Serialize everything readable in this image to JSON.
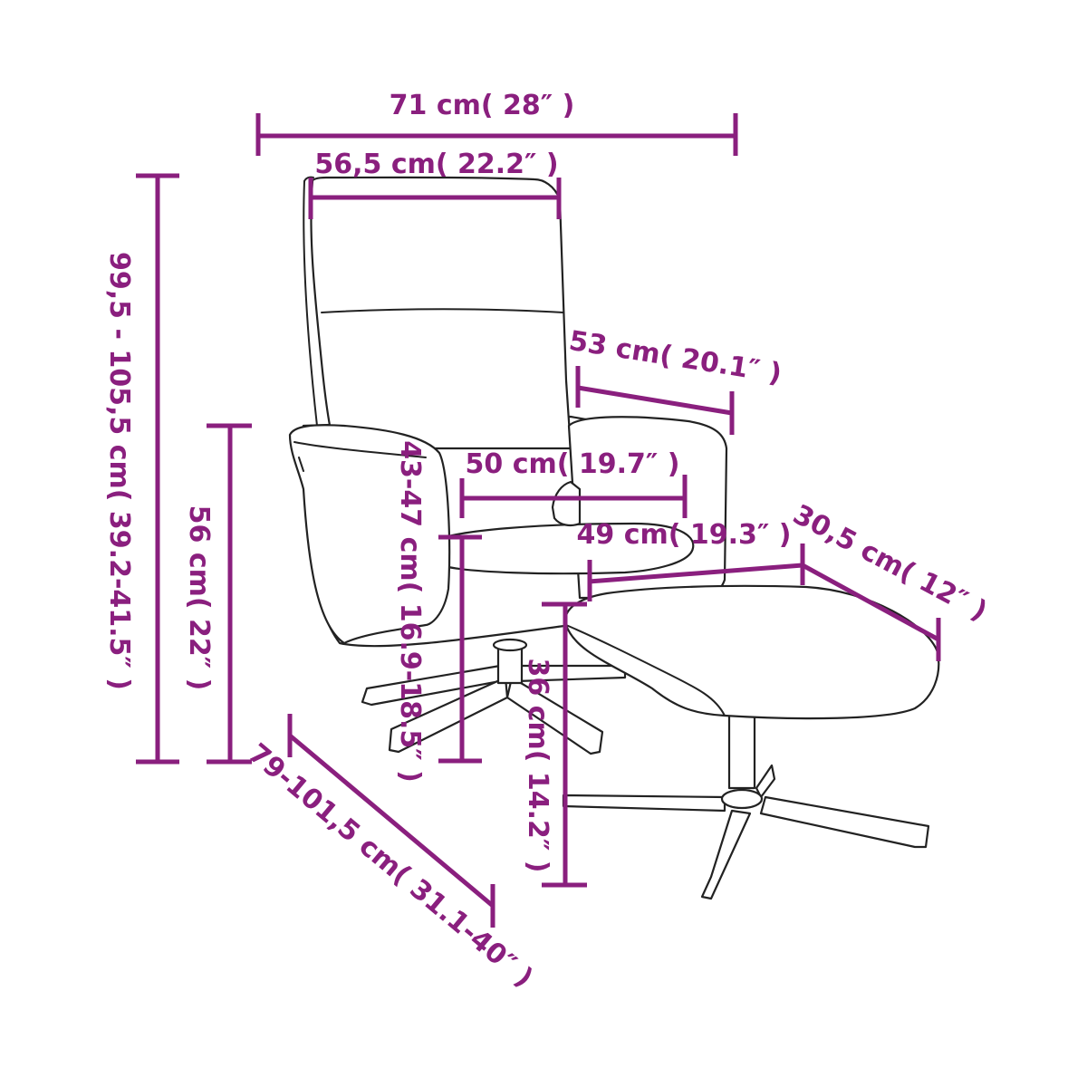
{
  "colors": {
    "dimension": "#8a1f7e",
    "outline": "#222222",
    "background": "#ffffff"
  },
  "dimensions": {
    "overall_width": "71 cm( 28″ )",
    "backrest_width": "56,5 cm( 22.2″ )",
    "overall_height": "99,5 - 105,5 cm( 39.2-41.5″ )",
    "armrest_height": "56 cm( 22″ )",
    "seat_height": "43-47 cm( 16.9-18.5″ )",
    "armrest_length": "53 cm( 20.1″ )",
    "seat_width": "50 cm( 19.7″ )",
    "footstool_length": "49 cm( 19.3″ )",
    "footstool_width": "30,5 cm( 12″ )",
    "footstool_height": "36 cm( 14.2″ )",
    "overall_depth": "79-101,5 cm( 31.1-40″ )"
  }
}
